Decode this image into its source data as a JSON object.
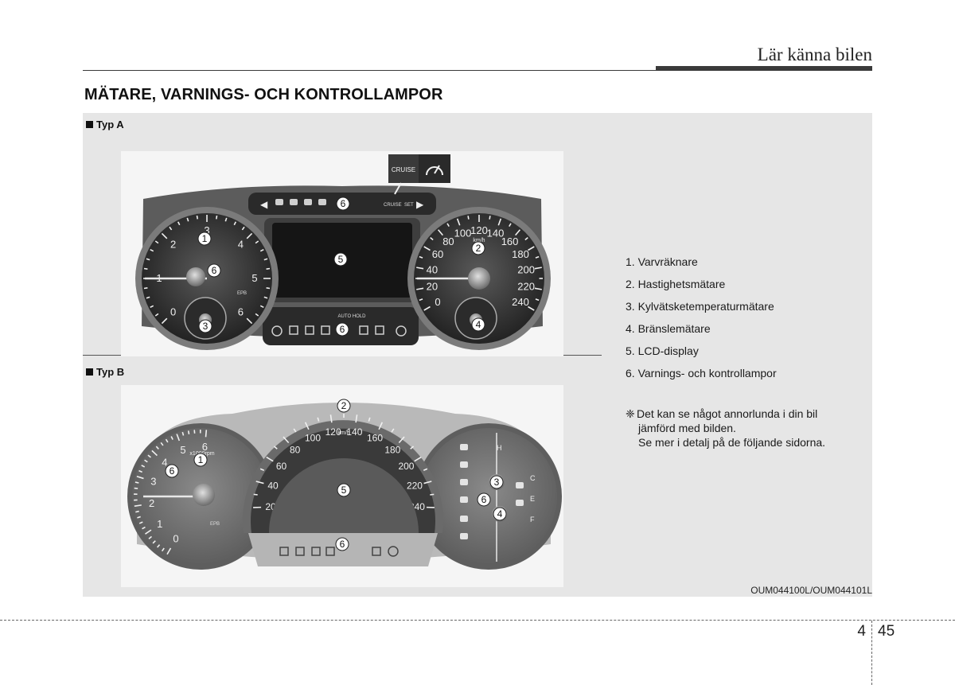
{
  "header": {
    "chapter_title": "Lär känna bilen"
  },
  "section": {
    "heading": "MÄTARE, VARNINGS- OCH KONTROLLAMPOR"
  },
  "figure": {
    "type_a_label": "Typ A",
    "type_b_label": "Typ B",
    "image_code": "OUM044100L/OUM044101L",
    "cluster_a": {
      "cruise_label": "CRUISE",
      "strip_labels": [
        "CRUISE",
        "SET"
      ],
      "auto_hold": "AUTO HOLD",
      "epb": "EPB",
      "tacho_numbers": [
        "0",
        "1",
        "2",
        "3",
        "4",
        "5",
        "6"
      ],
      "speed_numbers": [
        "0",
        "20",
        "40",
        "60",
        "80",
        "100",
        "120",
        "140",
        "160",
        "180",
        "200",
        "220",
        "240"
      ],
      "speed_unit": "km/h",
      "callouts": [
        "1",
        "2",
        "3",
        "4",
        "5",
        "6",
        "6",
        "6"
      ]
    },
    "cluster_b": {
      "rpm_unit": "x1000rpm",
      "epb": "EPB",
      "tacho_numbers": [
        "0",
        "1",
        "2",
        "3",
        "4",
        "5",
        "6"
      ],
      "speed_numbers": [
        "20",
        "40",
        "60",
        "80",
        "100",
        "120",
        "140",
        "160",
        "180",
        "200",
        "220",
        "240"
      ],
      "speed_unit": "km/h",
      "gauge_letters": [
        "H",
        "C",
        "E",
        "F"
      ],
      "callouts": [
        "1",
        "2",
        "3",
        "4",
        "5",
        "6",
        "6",
        "6"
      ]
    }
  },
  "legend": {
    "items": [
      "1. Varvräknare",
      "2. Hastighetsmätare",
      "3. Kylvätsketemperaturmätare",
      "4. Bränslemätare",
      "5. LCD-display",
      "6. Varnings- och kontrollampor"
    ],
    "note_symbol": "❈",
    "note_line1": "Det kan se något annorlunda i din bil",
    "note_line2": "jämförd med bilden.",
    "note_line3": "Se mer i detalj på de följande sidorna."
  },
  "footer": {
    "chapter": "4",
    "page": "45"
  },
  "colors": {
    "panel_bg": "#e6e6e6",
    "gauge_face": "#3b3b3b",
    "callout_bg": "#ffffff"
  }
}
